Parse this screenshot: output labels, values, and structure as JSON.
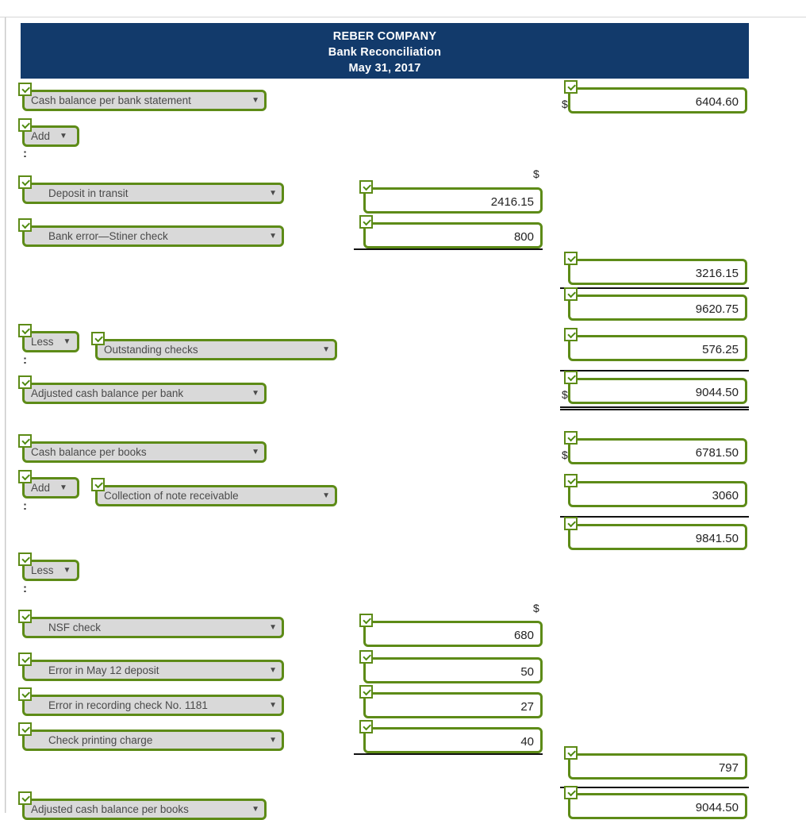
{
  "document": {
    "company": "REBER COMPANY",
    "statement": "Bank Reconciliation",
    "date": "May 31, 2017"
  },
  "symbols": {
    "dollar": "$",
    "dropdown_arrow": "▼",
    "colon": ":"
  },
  "colors": {
    "banner_bg": "#123a6b",
    "banner_text": "#ffffff",
    "control_border": "#5d8b17",
    "select_bg": "#d9d9d9",
    "field_bg": "#ffffff"
  },
  "bank_section": {
    "opening_label": "Cash balance per bank statement",
    "opening_amount": "6404.60",
    "add_label": "Add",
    "additions": [
      {
        "label": "Deposit in transit",
        "amount": "2416.15"
      },
      {
        "label": "Bank error—Stiner check",
        "amount": "800"
      }
    ],
    "additions_total": "3216.15",
    "subtotal": "9620.75",
    "less_label": "Less",
    "deduction_label": "Outstanding checks",
    "deduction_amount": "576.25",
    "adjusted_label": "Adjusted cash balance per bank",
    "adjusted_amount": "9044.50"
  },
  "books_section": {
    "opening_label": "Cash balance per books",
    "opening_amount": "6781.50",
    "add_label": "Add",
    "addition_label": "Collection of note receivable",
    "addition_amount": "3060",
    "subtotal": "9841.50",
    "less_label": "Less",
    "deductions": [
      {
        "label": "NSF check",
        "amount": "680"
      },
      {
        "label": "Error in May 12 deposit",
        "amount": "50"
      },
      {
        "label": "Error in recording check No. 1181",
        "amount": "27"
      },
      {
        "label": "Check printing charge",
        "amount": "40"
      }
    ],
    "deductions_total": "797",
    "adjusted_label": "Adjusted cash balance per books",
    "adjusted_amount": "9044.50"
  }
}
